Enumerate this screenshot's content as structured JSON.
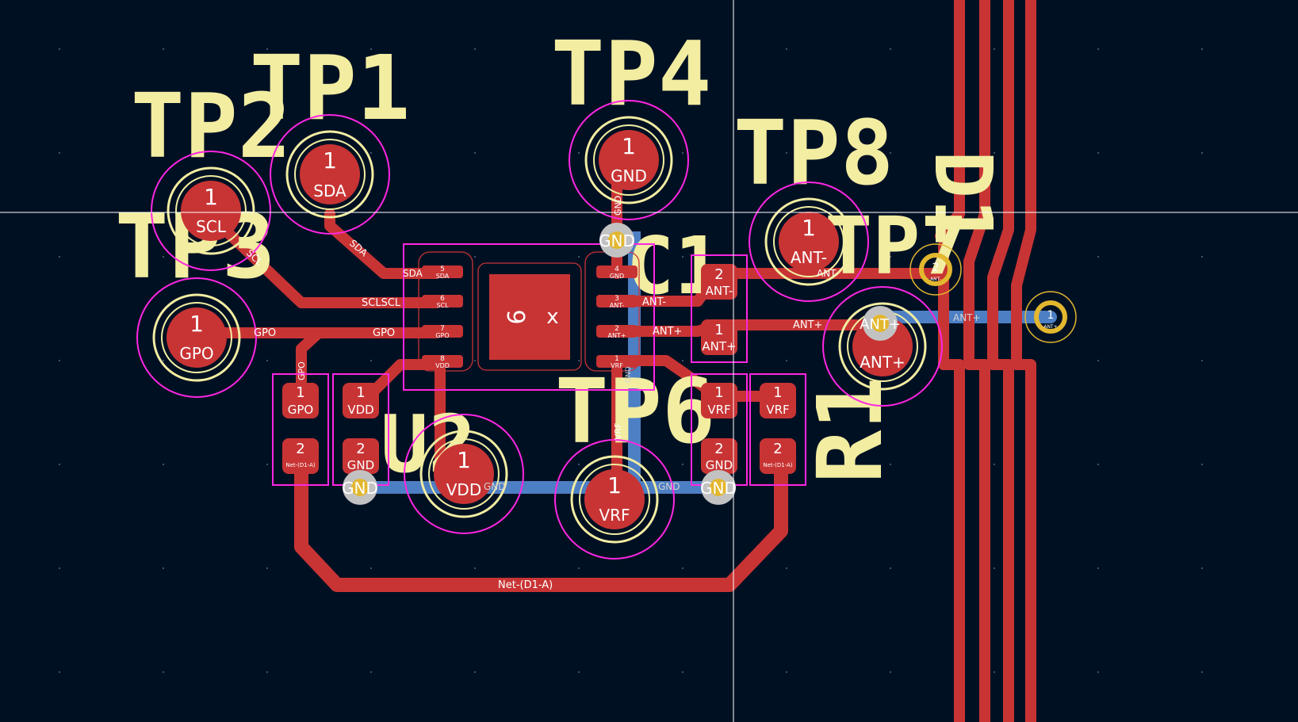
{
  "board": {
    "background": "#001023",
    "colors": {
      "front_copper": "#C83434",
      "back_copper": "#4D7FC4",
      "silkscreen": "#F2EDA1",
      "courtyard": "#FF26E2",
      "via_ring": "#C2C2C2",
      "via_hole": "#E3B72E",
      "pad_outline": "#F2EDA1",
      "cursor": "#FFFFFF"
    }
  },
  "refs": {
    "tp1": "TP1",
    "tp2": "TP2",
    "tp3": "TP3",
    "tp4": "TP4",
    "tp6": "TP6",
    "tp7": "TP7",
    "tp8": "TP8",
    "u2": "U2",
    "r1": "R1",
    "c1": "C1",
    "d1": "D1"
  },
  "testpoints": {
    "tp1": {
      "num": "1",
      "net": "SDA"
    },
    "tp2": {
      "num": "1",
      "net": "SCL"
    },
    "tp3": {
      "num": "1",
      "net": "GPO"
    },
    "tp4": {
      "num": "1",
      "net": "GND"
    },
    "tp5": {
      "num": "1",
      "net": "VDD"
    },
    "tp6": {
      "num": "1",
      "net": "VRF"
    },
    "tp8": {
      "num": "1",
      "net": "ANT-"
    },
    "tp7": {
      "num": "1",
      "net": "ANT+"
    }
  },
  "ic": {
    "pins": [
      {
        "num": "5",
        "net": "SDA"
      },
      {
        "num": "6",
        "net": "SCL"
      },
      {
        "num": "7",
        "net": "GPO"
      },
      {
        "num": "8",
        "net": "VDD"
      },
      {
        "num": "4",
        "net": "GND"
      },
      {
        "num": "3",
        "net": "ANT-"
      },
      {
        "num": "2",
        "net": "ANT+"
      },
      {
        "num": "1",
        "net": "VRF"
      }
    ],
    "ep_label": "9",
    "x_mark": "x"
  },
  "two_pin_parts": {
    "right_ant": {
      "p1": "2",
      "n1": "ANT-",
      "p2": "1",
      "n2": "ANT+"
    },
    "d1": {
      "p1": "1",
      "n1": "GPO",
      "p2": "2",
      "n2": "Net-(D1-A)"
    },
    "cvdd": {
      "p1": "1",
      "n1": "VDD",
      "p2": "2",
      "n2": "GND"
    },
    "cvrf": {
      "p1": "1",
      "n1": "VRF",
      "p2": "2",
      "n2": "GND"
    },
    "r1": {
      "p1": "1",
      "n1": "VRF",
      "p2": "2",
      "n2": "Net-(D1-A)"
    }
  },
  "vias": {
    "gnd_top": "GND",
    "gnd_left": "GND",
    "gnd_right": "GND",
    "ant_plus": "ANT+"
  },
  "connector_pads": {
    "pad_ant_minus": {
      "num": "2",
      "net": "ANT-"
    },
    "pad_ant_plus": {
      "num": "1",
      "net": "ANT+"
    }
  },
  "track_labels": {
    "sda_diag": "SDA",
    "scl_diag": "SCL",
    "scl_h": "SCLSCL",
    "gpo_left": "GPO",
    "gpo_right": "GPO",
    "gpo_vert": "GPO",
    "sda_h": "SDA",
    "gnd_vert": "GND",
    "ant_minus_h": "ANT-",
    "ant_plus_h": "ANT+",
    "ant_minus_long": "ANT-",
    "ant_plus_long": "ANT+",
    "vrf_vert": "VRF",
    "gnd_bottom": "GND",
    "gnd_bottom2": "GND",
    "gnd_mid": "GND",
    "net_d1a": "Net-(D1-A)",
    "ant_plus_back": "ANT+"
  }
}
